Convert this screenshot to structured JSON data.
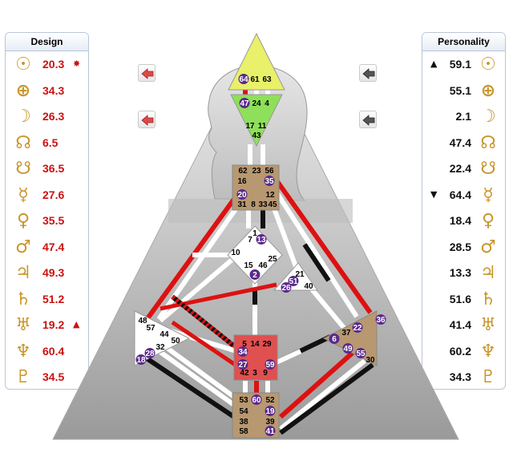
{
  "design": {
    "title": "Design",
    "rows": [
      {
        "planet": "sun-icon",
        "glyph": "☉",
        "value": "20.3",
        "mark": "✸"
      },
      {
        "planet": "earth-icon",
        "glyph": "⊕",
        "value": "34.3",
        "mark": ""
      },
      {
        "planet": "moon-icon",
        "glyph": "☽",
        "value": "26.3",
        "mark": ""
      },
      {
        "planet": "north-node-icon",
        "glyph": "☊",
        "value": "6.5",
        "mark": ""
      },
      {
        "planet": "south-node-icon",
        "glyph": "☋",
        "value": "36.5",
        "mark": ""
      },
      {
        "planet": "mercury-icon",
        "glyph": "☿",
        "value": "27.6",
        "mark": ""
      },
      {
        "planet": "venus-icon",
        "glyph": "♀",
        "value": "35.5",
        "mark": ""
      },
      {
        "planet": "mars-icon",
        "glyph": "♂",
        "value": "47.4",
        "mark": ""
      },
      {
        "planet": "jupiter-icon",
        "glyph": "♃",
        "value": "49.3",
        "mark": ""
      },
      {
        "planet": "saturn-icon",
        "glyph": "♄",
        "value": "51.2",
        "mark": ""
      },
      {
        "planet": "uranus-icon",
        "glyph": "♅",
        "value": "19.2",
        "mark": "▲"
      },
      {
        "planet": "neptune-icon",
        "glyph": "♆",
        "value": "60.4",
        "mark": ""
      },
      {
        "planet": "pluto-icon",
        "glyph": "♇",
        "value": "34.5",
        "mark": ""
      }
    ]
  },
  "personality": {
    "title": "Personality",
    "rows": [
      {
        "planet": "sun-icon",
        "glyph": "☉",
        "value": "59.1",
        "mark": "▲"
      },
      {
        "planet": "earth-icon",
        "glyph": "⊕",
        "value": "55.1",
        "mark": ""
      },
      {
        "planet": "moon-icon",
        "glyph": "☽",
        "value": "2.1",
        "mark": ""
      },
      {
        "planet": "north-node-icon",
        "glyph": "☊",
        "value": "47.4",
        "mark": ""
      },
      {
        "planet": "south-node-icon",
        "glyph": "☋",
        "value": "22.4",
        "mark": ""
      },
      {
        "planet": "mercury-icon",
        "glyph": "☿",
        "value": "64.4",
        "mark": "▼"
      },
      {
        "planet": "venus-icon",
        "glyph": "♀",
        "value": "18.4",
        "mark": ""
      },
      {
        "planet": "mars-icon",
        "glyph": "♂",
        "value": "28.5",
        "mark": ""
      },
      {
        "planet": "jupiter-icon",
        "glyph": "♃",
        "value": "13.3",
        "mark": ""
      },
      {
        "planet": "saturn-icon",
        "glyph": "♄",
        "value": "51.6",
        "mark": ""
      },
      {
        "planet": "uranus-icon",
        "glyph": "♅",
        "value": "41.4",
        "mark": ""
      },
      {
        "planet": "neptune-icon",
        "glyph": "♆",
        "value": "60.2",
        "mark": ""
      },
      {
        "planet": "pluto-icon",
        "glyph": "♇",
        "value": "34.3",
        "mark": ""
      }
    ]
  },
  "controls": {
    "left_arrow_color": "#e04848",
    "right_arrow_color": "#555555"
  },
  "colors": {
    "design_red": "#dd1111",
    "personality_black": "#111111",
    "head_yellow": "#e9f06a",
    "ajna_green": "#8ee05a",
    "tan_center": "#b89870",
    "spleen_tan": "#b89870",
    "sacral_red": "#e05050",
    "gate_purple": "#5a2a8a"
  },
  "bodygraph": {
    "head_gates": [
      "64",
      "61",
      "63"
    ],
    "ajna_top_gates": [
      "47",
      "24",
      "4"
    ],
    "ajna_bottom_gates": [
      "17",
      "11",
      "43"
    ],
    "throat_gates": [
      "62",
      "23",
      "56",
      "16",
      "35",
      "20",
      "12",
      "31",
      "8",
      "33",
      "45"
    ],
    "g_gates": [
      "1",
      "7",
      "13",
      "10",
      "25",
      "15",
      "46",
      "2"
    ],
    "heart_gates": [
      "21",
      "51",
      "26",
      "40"
    ],
    "spleen_gates": [
      "48",
      "57",
      "44",
      "50",
      "32",
      "28",
      "18"
    ],
    "sacral_gates": [
      "5",
      "14",
      "29",
      "34",
      "27",
      "59",
      "42",
      "3",
      "9"
    ],
    "solar_gates": [
      "36",
      "37",
      "22",
      "6",
      "49",
      "55",
      "30"
    ],
    "root_gates": [
      "53",
      "60",
      "52",
      "54",
      "19",
      "38",
      "39",
      "58",
      "41"
    ]
  }
}
